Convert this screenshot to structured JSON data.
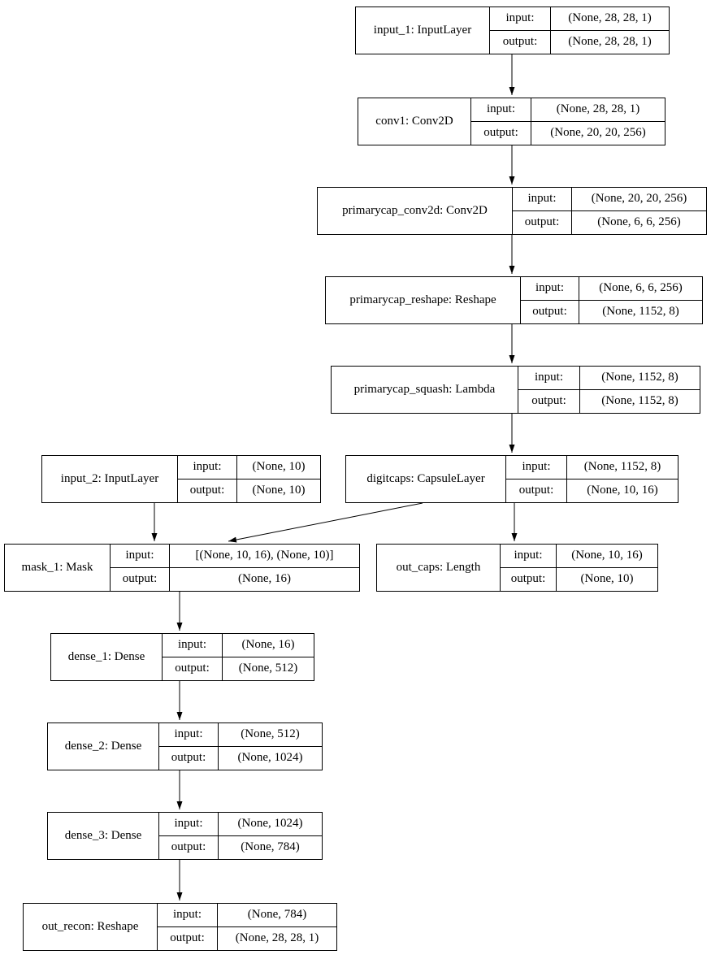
{
  "colors": {
    "background": "#ffffff",
    "node_border": "#000000",
    "node_fill": "#ffffff",
    "text": "#000000",
    "arrow": "#000000"
  },
  "nodes": [
    {
      "id": "input_1",
      "label": "input_1: InputLayer",
      "rows": [
        {
          "key": "input:",
          "value": "(None, 28, 28, 1)"
        },
        {
          "key": "output:",
          "value": "(None, 28, 28, 1)"
        }
      ]
    },
    {
      "id": "conv1",
      "label": "conv1: Conv2D",
      "rows": [
        {
          "key": "input:",
          "value": "(None, 28, 28, 1)"
        },
        {
          "key": "output:",
          "value": "(None, 20, 20, 256)"
        }
      ]
    },
    {
      "id": "primarycap_conv2d",
      "label": "primarycap_conv2d: Conv2D",
      "rows": [
        {
          "key": "input:",
          "value": "(None, 20, 20, 256)"
        },
        {
          "key": "output:",
          "value": "(None, 6, 6, 256)"
        }
      ]
    },
    {
      "id": "primarycap_reshape",
      "label": "primarycap_reshape: Reshape",
      "rows": [
        {
          "key": "input:",
          "value": "(None, 6, 6, 256)"
        },
        {
          "key": "output:",
          "value": "(None, 1152, 8)"
        }
      ]
    },
    {
      "id": "primarycap_squash",
      "label": "primarycap_squash: Lambda",
      "rows": [
        {
          "key": "input:",
          "value": "(None, 1152, 8)"
        },
        {
          "key": "output:",
          "value": "(None, 1152, 8)"
        }
      ]
    },
    {
      "id": "input_2",
      "label": "input_2: InputLayer",
      "rows": [
        {
          "key": "input:",
          "value": "(None, 10)"
        },
        {
          "key": "output:",
          "value": "(None, 10)"
        }
      ]
    },
    {
      "id": "digitcaps",
      "label": "digitcaps: CapsuleLayer",
      "rows": [
        {
          "key": "input:",
          "value": "(None, 1152, 8)"
        },
        {
          "key": "output:",
          "value": "(None, 10, 16)"
        }
      ]
    },
    {
      "id": "mask_1",
      "label": "mask_1: Mask",
      "rows": [
        {
          "key": "input:",
          "value": "[(None, 10, 16), (None, 10)]"
        },
        {
          "key": "output:",
          "value": "(None, 16)"
        }
      ]
    },
    {
      "id": "out_caps",
      "label": "out_caps: Length",
      "rows": [
        {
          "key": "input:",
          "value": "(None, 10, 16)"
        },
        {
          "key": "output:",
          "value": "(None, 10)"
        }
      ]
    },
    {
      "id": "dense_1",
      "label": "dense_1: Dense",
      "rows": [
        {
          "key": "input:",
          "value": "(None, 16)"
        },
        {
          "key": "output:",
          "value": "(None, 512)"
        }
      ]
    },
    {
      "id": "dense_2",
      "label": "dense_2: Dense",
      "rows": [
        {
          "key": "input:",
          "value": "(None, 512)"
        },
        {
          "key": "output:",
          "value": "(None, 1024)"
        }
      ]
    },
    {
      "id": "dense_3",
      "label": "dense_3: Dense",
      "rows": [
        {
          "key": "input:",
          "value": "(None, 1024)"
        },
        {
          "key": "output:",
          "value": "(None, 784)"
        }
      ]
    },
    {
      "id": "out_recon",
      "label": "out_recon: Reshape",
      "rows": [
        {
          "key": "input:",
          "value": "(None, 784)"
        },
        {
          "key": "output:",
          "value": "(None, 28, 28, 1)"
        }
      ]
    }
  ],
  "edges": [
    {
      "from": "input_1",
      "to": "conv1"
    },
    {
      "from": "conv1",
      "to": "primarycap_conv2d"
    },
    {
      "from": "primarycap_conv2d",
      "to": "primarycap_reshape"
    },
    {
      "from": "primarycap_reshape",
      "to": "primarycap_squash"
    },
    {
      "from": "primarycap_squash",
      "to": "digitcaps"
    },
    {
      "from": "digitcaps",
      "to": "out_caps"
    },
    {
      "from": "digitcaps",
      "to": "mask_1"
    },
    {
      "from": "input_2",
      "to": "mask_1"
    },
    {
      "from": "mask_1",
      "to": "dense_1"
    },
    {
      "from": "dense_1",
      "to": "dense_2"
    },
    {
      "from": "dense_2",
      "to": "dense_3"
    },
    {
      "from": "dense_3",
      "to": "out_recon"
    }
  ]
}
